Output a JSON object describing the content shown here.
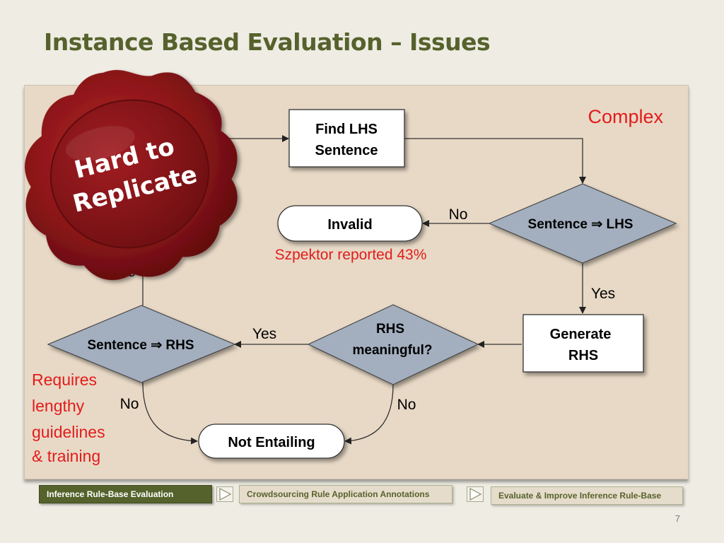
{
  "slide": {
    "title": "Instance Based Evaluation – Issues",
    "page_number": "7"
  },
  "flowchart": {
    "nodes": {
      "find_lhs": [
        "Find LHS",
        "Sentence"
      ],
      "lhs_check": "Sentence ⇒ LHS",
      "invalid": "Invalid",
      "generate_rhs": [
        "Generate",
        "RHS"
      ],
      "rhs_meaningful": [
        "RHS",
        "meaningful?"
      ],
      "rhs_check": "Sentence ⇒ RHS",
      "not_entailing": "Not Entailing"
    },
    "edge_labels": {
      "lhs_no": "No",
      "lhs_yes": "Yes",
      "meaningful_yes": "Yes",
      "meaningful_no": "No",
      "rhs_no": "No",
      "rhs_yes_partial": "s"
    }
  },
  "annotations": {
    "complex": "Complex",
    "szpektor": "Szpektor reported 43%",
    "requires": [
      "Requires",
      "lengthy",
      "guidelines",
      "& training"
    ],
    "seal": [
      "Hard to",
      "Replicate"
    ]
  },
  "colors": {
    "title": "#56622c",
    "panel": "#e8d9c6",
    "diamond": "#a3afbf",
    "note_red": "#e21c1c",
    "seal": "#8b1518",
    "nav_active": "#56622c"
  },
  "nav": {
    "steps": [
      "Inference Rule-Base Evaluation",
      "Crowdsourcing Rule Application Annotations",
      "Evaluate & Improve Inference Rule-Base"
    ],
    "active_index": 0
  }
}
